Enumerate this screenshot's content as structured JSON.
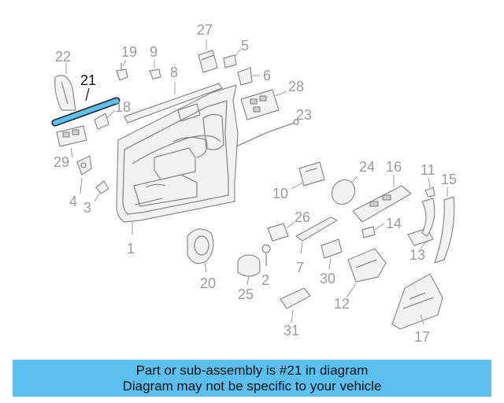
{
  "callouts": {
    "n1": "1",
    "n2": "2",
    "n3": "3",
    "n4": "4",
    "n5": "5",
    "n6": "6",
    "n7": "7",
    "n8": "8",
    "n9": "9",
    "n10": "10",
    "n11": "11",
    "n12": "12",
    "n13": "13",
    "n14": "14",
    "n15": "15",
    "n16": "16",
    "n17": "17",
    "n18": "18",
    "n19": "19",
    "n20": "20",
    "n21": "21",
    "n22": "22",
    "n23": "23",
    "n24": "24",
    "n25": "25",
    "n26": "26",
    "n27": "27",
    "n28": "28",
    "n29": "29",
    "n30": "30",
    "n31": "31"
  },
  "highlight": {
    "part_number": "21",
    "color": "#5bc0f0"
  },
  "banner": {
    "line1": "Part or sub-assembly is #21 in diagram",
    "line2": "Diagram may not be specific to your vehicle",
    "background": "#5bc0f0"
  }
}
